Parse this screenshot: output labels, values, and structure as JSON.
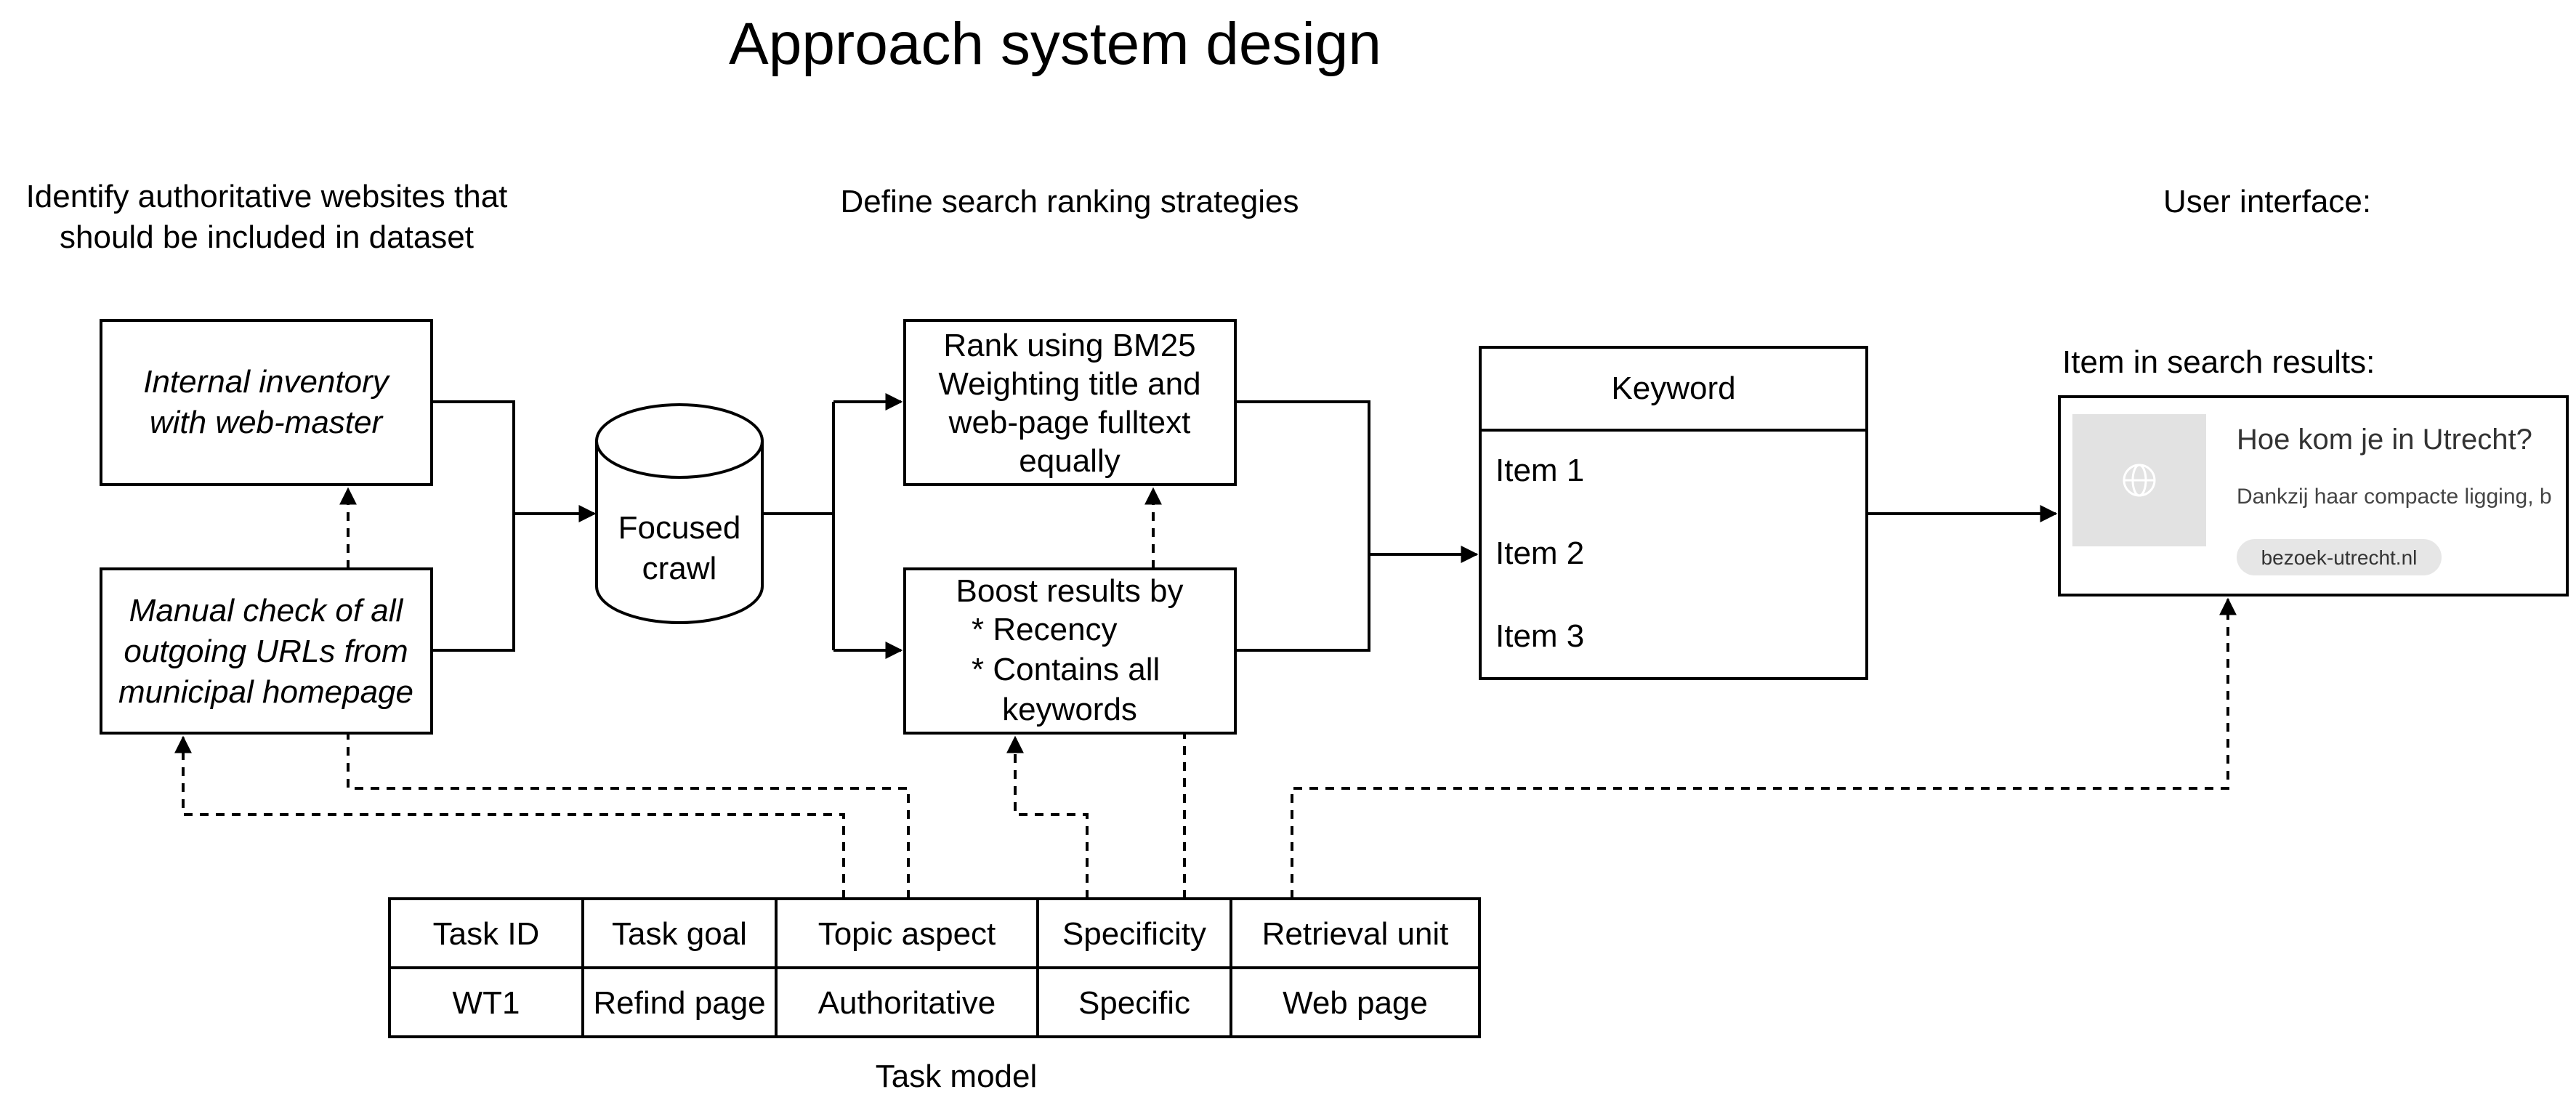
{
  "title": "Approach system design",
  "headings": {
    "identify": [
      "Identify authoritative websites that",
      "should be included in dataset"
    ],
    "ranking": "Define search ranking strategies",
    "ui": "User interface:"
  },
  "boxes": {
    "inventory": [
      "Internal inventory",
      "with web-master"
    ],
    "manual_check": [
      "Manual check of all",
      "outgoing URLs from",
      "municipal homepage"
    ],
    "crawl": [
      "Focused",
      "crawl"
    ],
    "bm25": [
      "Rank using BM25",
      "Weighting title and",
      "web-page fulltext",
      "equally"
    ],
    "boost": [
      "Boost results by",
      "* Recency",
      "* Contains all",
      "keywords"
    ]
  },
  "keyword_list": {
    "header": "Keyword",
    "items": [
      "Item 1",
      "Item 2",
      "Item 3"
    ]
  },
  "search_card": {
    "caption": "Item in search results:",
    "title": "Hoe kom je in Utrecht?",
    "description": "Dankzij haar compacte ligging, b",
    "tag": "bezoek-utrecht.nl",
    "icon": "globe-icon"
  },
  "task_model": {
    "caption": "Task model",
    "headers": [
      "Task ID",
      "Task goal",
      "Topic aspect",
      "Specificity",
      "Retrieval unit"
    ],
    "values": [
      "WT1",
      "Refind page",
      "Authoritative",
      "Specific",
      "Web page"
    ]
  }
}
